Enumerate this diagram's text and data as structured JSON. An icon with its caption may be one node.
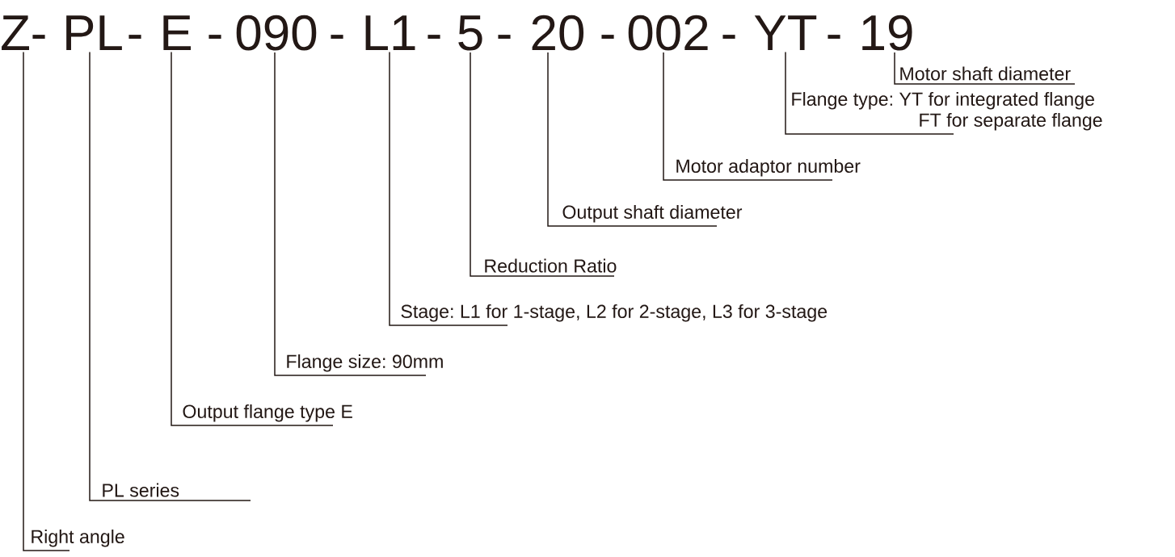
{
  "diagram": {
    "nodes": [
      {
        "text": [
          "Z"
        ]
      },
      {
        "text": [
          "PL"
        ]
      },
      {
        "text": [
          "E"
        ]
      },
      {
        "text": [
          "090"
        ]
      },
      {
        "text": [
          "L1"
        ]
      },
      {
        "text": [
          "5"
        ]
      },
      {
        "text": [
          "20"
        ]
      },
      {
        "text": [
          "002"
        ]
      },
      {
        "text": [
          "YT"
        ]
      },
      {
        "text": [
          "19"
        ]
      },
      {
        "text": [
          "Motor shaft diameter"
        ]
      },
      {
        "text": [
          "Flange type: YT for integrated flange",
          "FT for separate flange"
        ]
      },
      {
        "text": [
          "Motor adaptor number"
        ]
      },
      {
        "text": [
          "Output shaft diameter"
        ]
      },
      {
        "text": [
          "Reduction Ratio"
        ]
      },
      {
        "text": [
          "Stage: L1 for 1-stage, L2 for 2-stage, L3 for 3-stage"
        ]
      },
      {
        "text": [
          "Flange size: 90mm"
        ]
      },
      {
        "text": [
          "Output flange type E"
        ]
      },
      {
        "text": [
          "PL series"
        ]
      },
      {
        "text": [
          "Right angle"
        ]
      }
    ],
    "edges": [
      {
        "from": 10,
        "to": 9,
        "arrow": "none"
      },
      {
        "from": 11,
        "to": 8,
        "arrow": "none"
      },
      {
        "from": 12,
        "to": 7,
        "arrow": "none"
      },
      {
        "from": 13,
        "to": 6,
        "arrow": "none"
      },
      {
        "from": 14,
        "to": 5,
        "arrow": "none"
      },
      {
        "from": 15,
        "to": 4,
        "arrow": "none"
      },
      {
        "from": 16,
        "to": 3,
        "arrow": "none"
      },
      {
        "from": 17,
        "to": 2,
        "arrow": "none"
      },
      {
        "from": 18,
        "to": 1,
        "arrow": "none"
      },
      {
        "from": 19,
        "to": 0,
        "arrow": "none"
      }
    ],
    "labels": [
      "-",
      "-",
      "-",
      "-",
      "-",
      "-",
      "-",
      "-",
      "-"
    ]
  }
}
